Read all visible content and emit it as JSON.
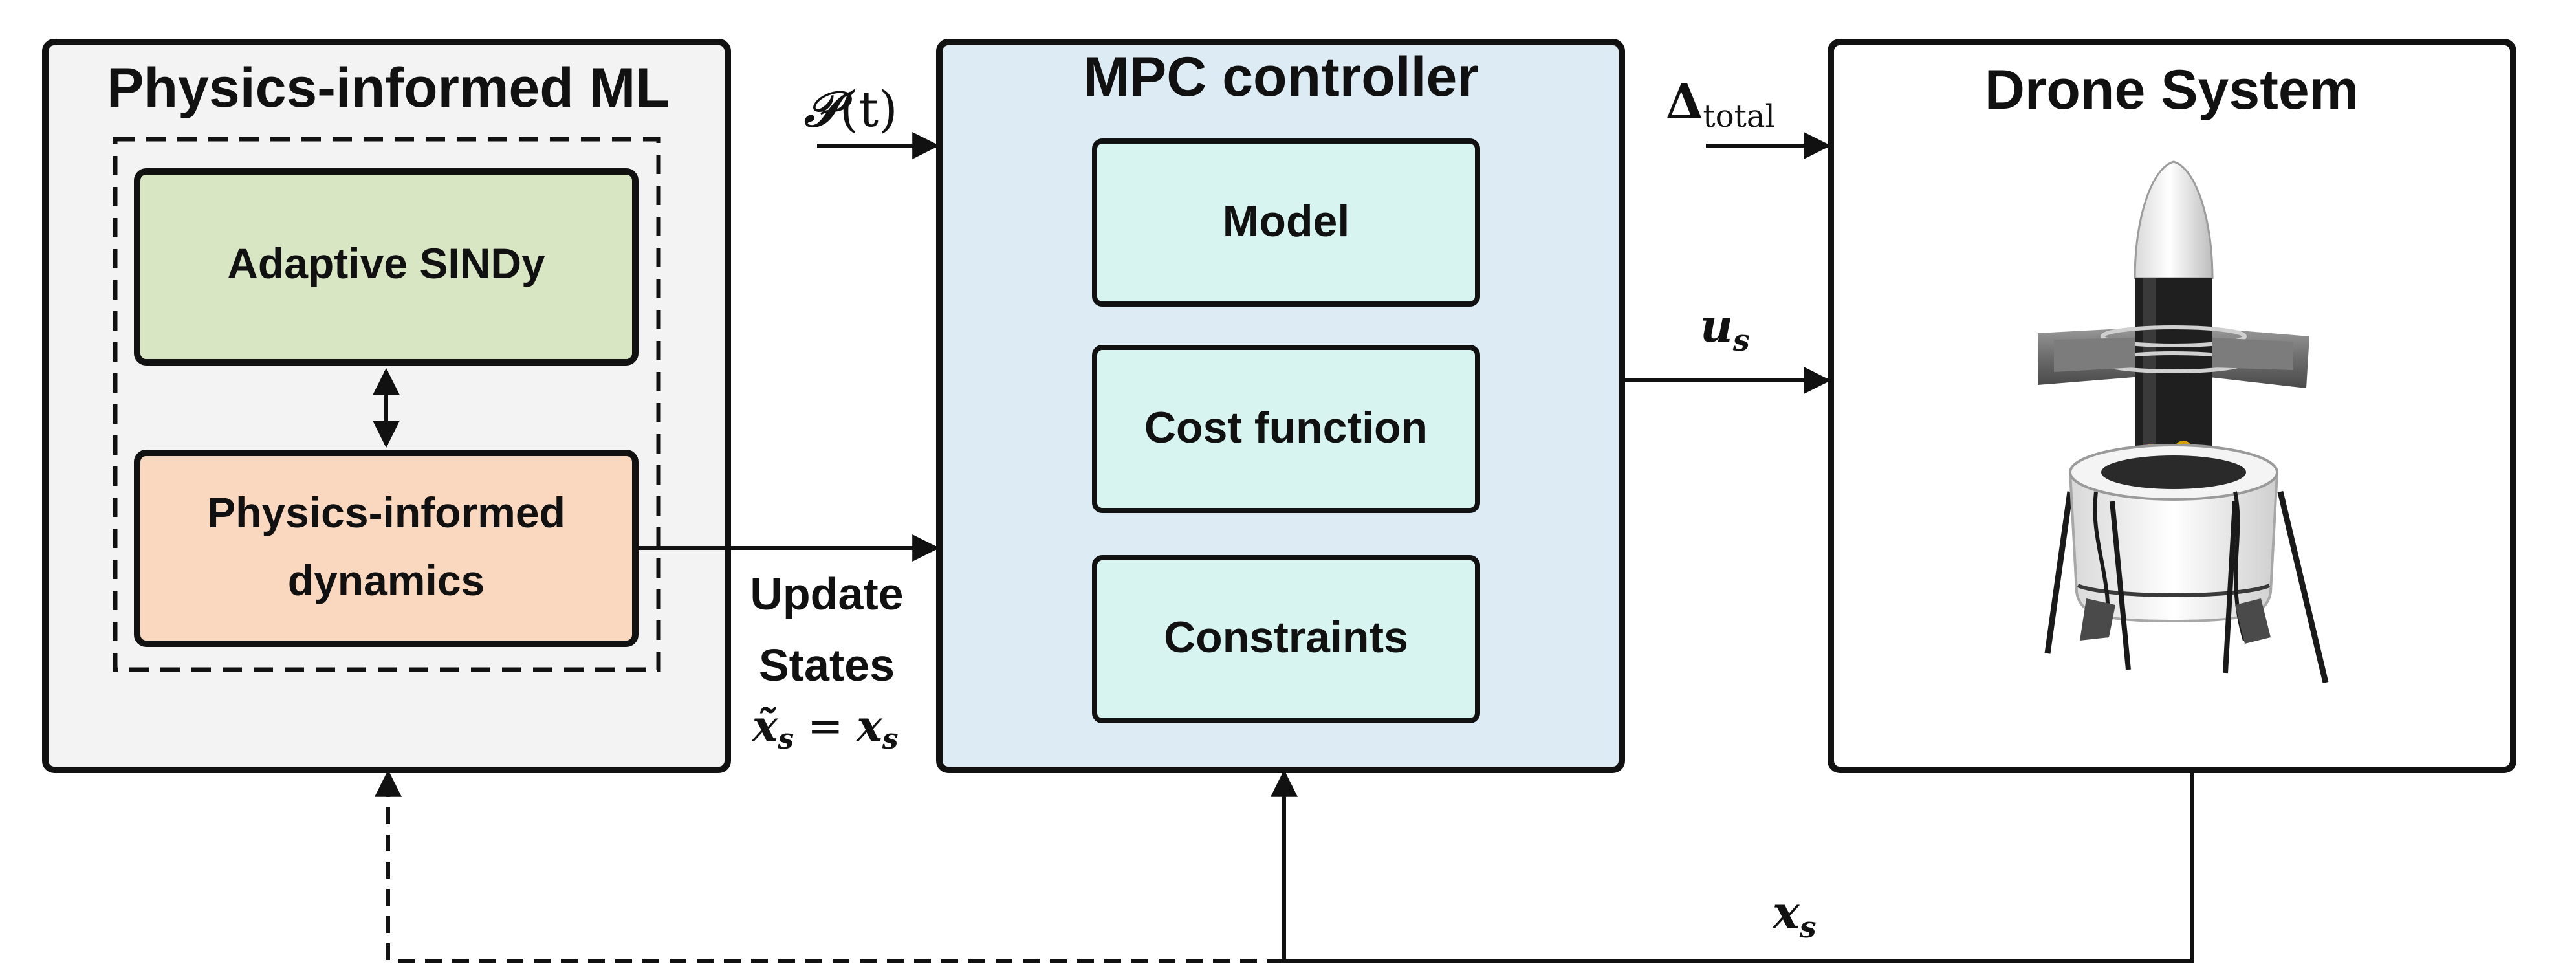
{
  "colors": {
    "ml_panel_fill": "#f3f3f3",
    "mpc_panel_fill": "#dcebf4",
    "drone_panel_fill": "#ffffff",
    "sindy_fill": "#d8e6c3",
    "dynamics_fill": "#f9d8bf",
    "mpc_inner_fill": "#d8f4f0",
    "stroke": "#111111"
  },
  "ml_panel": {
    "title": "Physics-informed ML",
    "sindy_label": "Adaptive SINDy",
    "dynamics_line1": "Physics-informed",
    "dynamics_line2": "dynamics"
  },
  "mpc_panel": {
    "title": "MPC controller",
    "model_label": "Model",
    "cost_label": "Cost function",
    "constraints_label": "Constraints"
  },
  "drone_panel": {
    "title": "Drone System",
    "image_icon": "tail-sitter-drone-photo"
  },
  "signals": {
    "preview_P": "𝒫",
    "preview_arg": "(t)",
    "delta_symbol": "Δ",
    "delta_sub": "total",
    "u_symbol": "u",
    "u_sub": "s",
    "update_line1": "Update",
    "update_line2": "States",
    "state_eq_lhs": "x̃",
    "state_eq_lhs_sub": "s",
    "state_eq_op": " = ",
    "state_eq_rhs": "x",
    "state_eq_rhs_sub": "s",
    "feedback_symbol": "x",
    "feedback_sub": "s"
  }
}
